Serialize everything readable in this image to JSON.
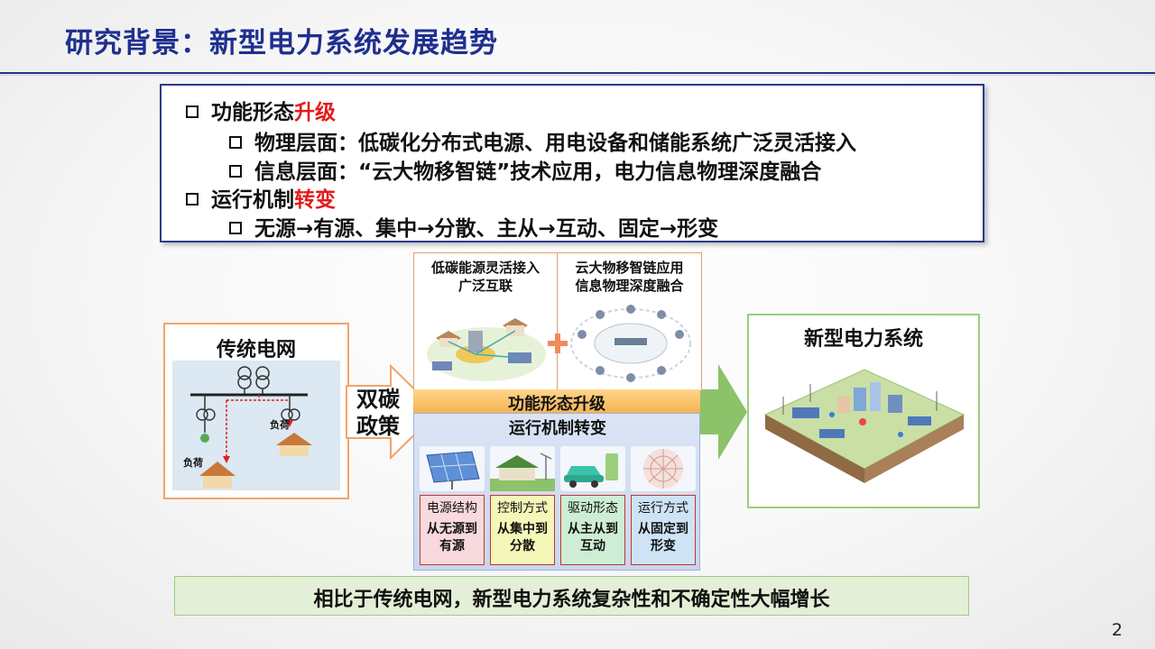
{
  "title": "研究背景：新型电力系统发展趋势",
  "bullets": {
    "b1_prefix": "功能形态",
    "b1_red": "升级",
    "b1_sub1": "物理层面：低碳化分布式电源、用电设备和储能系统广泛灵活接入",
    "b1_sub2": "信息层面：“云大物移智链”技术应用，电力信息物理深度融合",
    "b2_prefix": "运行机制",
    "b2_red": "转变",
    "b2_sub1": "无源→有源、集中→分散、主从→互动、固定→形变"
  },
  "traditional": {
    "title": "传统电网",
    "load_label_1": "负荷",
    "load_label_2": "负荷"
  },
  "policy": {
    "line1": "双碳",
    "line2": "政策"
  },
  "top_panels": {
    "left_line1": "低碳能源灵活接入",
    "left_line2": "广泛互联",
    "right_line1": "云大物移智链应用",
    "right_line2": "信息物理深度融合"
  },
  "band": {
    "upgrade": "功能形态升级",
    "transform": "运行机制转变"
  },
  "cards": [
    {
      "head": "电源结构",
      "l1": "从无源到",
      "l2": "有源",
      "color": "#f8d9dd"
    },
    {
      "head": "控制方式",
      "l1": "从集中到",
      "l2": "分散",
      "color": "#f4f7b8"
    },
    {
      "head": "驱动形态",
      "l1": "从主从到",
      "l2": "互动",
      "color": "#cdeed4"
    },
    {
      "head": "运行方式",
      "l1": "从固定到",
      "l2": "形变",
      "color": "#cfe3f7"
    }
  ],
  "new_system": {
    "title": "新型电力系统"
  },
  "conclusion": "相比于传统电网，新型电力系统复杂性和不确定性大幅增长",
  "page_number": "2",
  "colors": {
    "title": "#1f2f8f",
    "accent_red": "#e31b1b",
    "arrow_green": "#8cc26a",
    "arrow_orange_border": "#f0a46a"
  }
}
